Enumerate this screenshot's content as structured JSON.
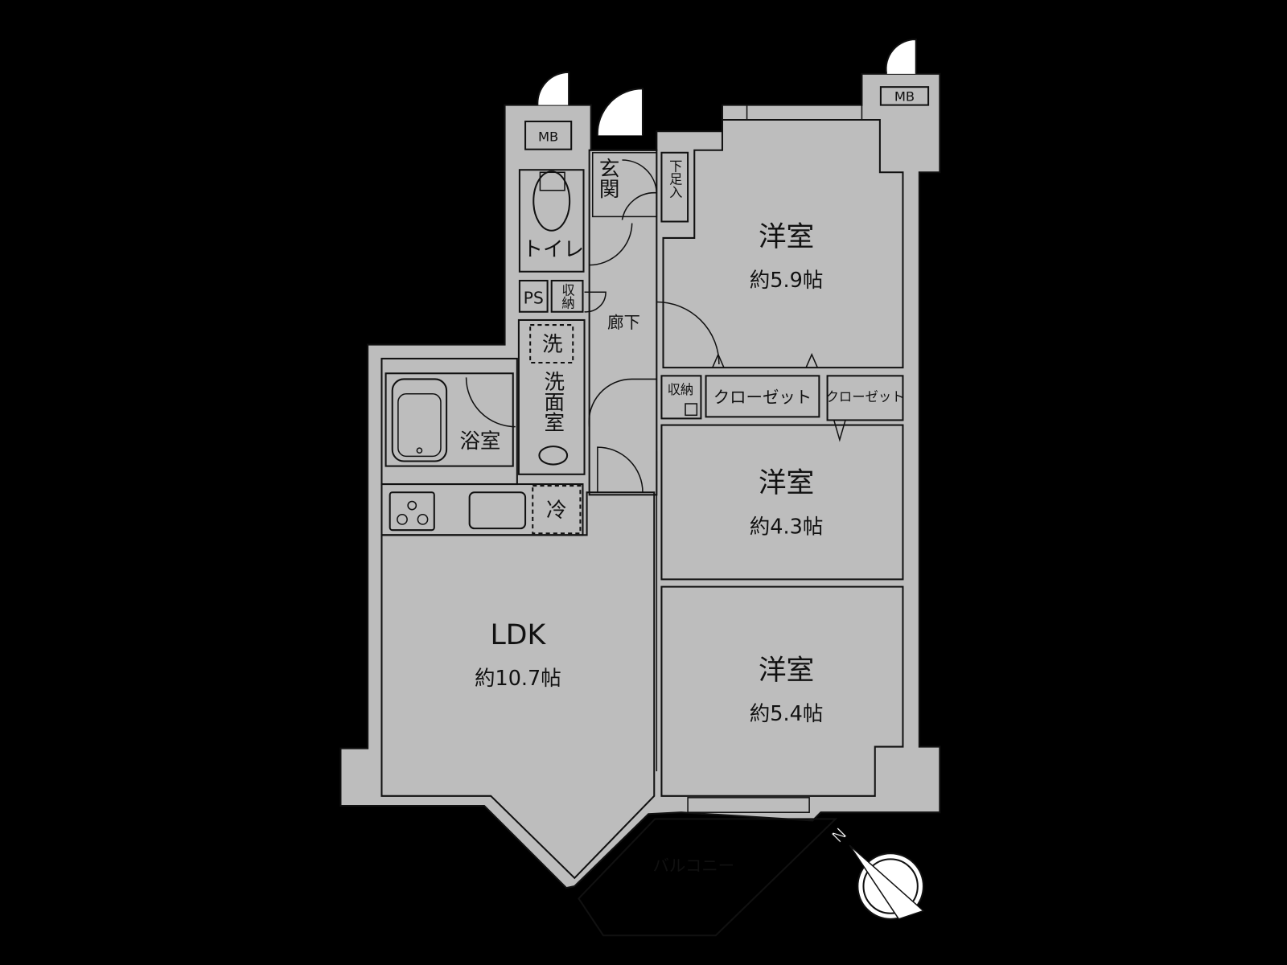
{
  "colors": {
    "background": "#000000",
    "wall": "#bdbdbd",
    "western_room": "#fefbea",
    "ldk": "#fdf0df",
    "wet_area": "#e6f1fb",
    "storage": "#d9cfb2",
    "white": "#ffffff"
  },
  "rooms": {
    "room1": {
      "label": "洋室",
      "area": "約5.9帖"
    },
    "room2": {
      "label": "洋室",
      "area": "約4.3帖"
    },
    "room3": {
      "label": "洋室",
      "area": "約5.4帖"
    },
    "ldk": {
      "label": "LDK",
      "area": "約10.7帖"
    },
    "entrance": {
      "label": "玄関"
    },
    "shoe_storage": {
      "label": "下足入"
    },
    "toilet": {
      "label": "トイレ"
    },
    "ps": {
      "label": "PS"
    },
    "storage_small": {
      "label": "収納"
    },
    "hallway": {
      "label": "廊下"
    },
    "washer": {
      "label": "洗"
    },
    "washroom": {
      "label": "洗面室"
    },
    "bathroom": {
      "label": "浴室"
    },
    "fridge": {
      "label": "冷"
    },
    "storage_hall": {
      "label": "収納"
    },
    "closet1": {
      "label": "クローゼット"
    },
    "closet2": {
      "label": "クローゼット"
    },
    "balcony": {
      "label": "バルコニー"
    },
    "mb_left": {
      "label": "MB"
    },
    "mb_right": {
      "label": "MB"
    }
  },
  "compass": {
    "label": "N",
    "icon": "compass-icon"
  }
}
